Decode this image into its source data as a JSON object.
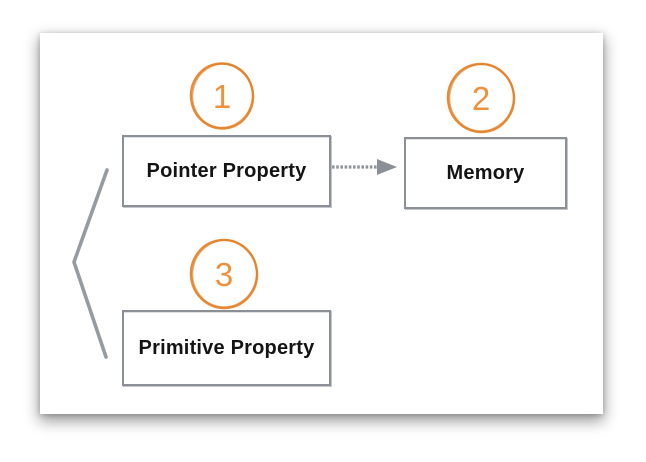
{
  "diagram": {
    "nodes": {
      "pointer": {
        "badge": "1",
        "label": "Pointer Property"
      },
      "memory": {
        "badge": "2",
        "label": "Memory"
      },
      "primitive": {
        "badge": "3",
        "label": "Primitive Property"
      }
    },
    "icons": {
      "arrow": "arrow-right-icon",
      "chevron": "grouping-chevron-icon"
    },
    "colors": {
      "accent_orange": "#ea8a35",
      "number_orange": "#ef913c",
      "line_gray": "#8a9096",
      "border_gray": "#8a9096",
      "text_black": "#141414",
      "card_background": "#ffffff"
    }
  }
}
